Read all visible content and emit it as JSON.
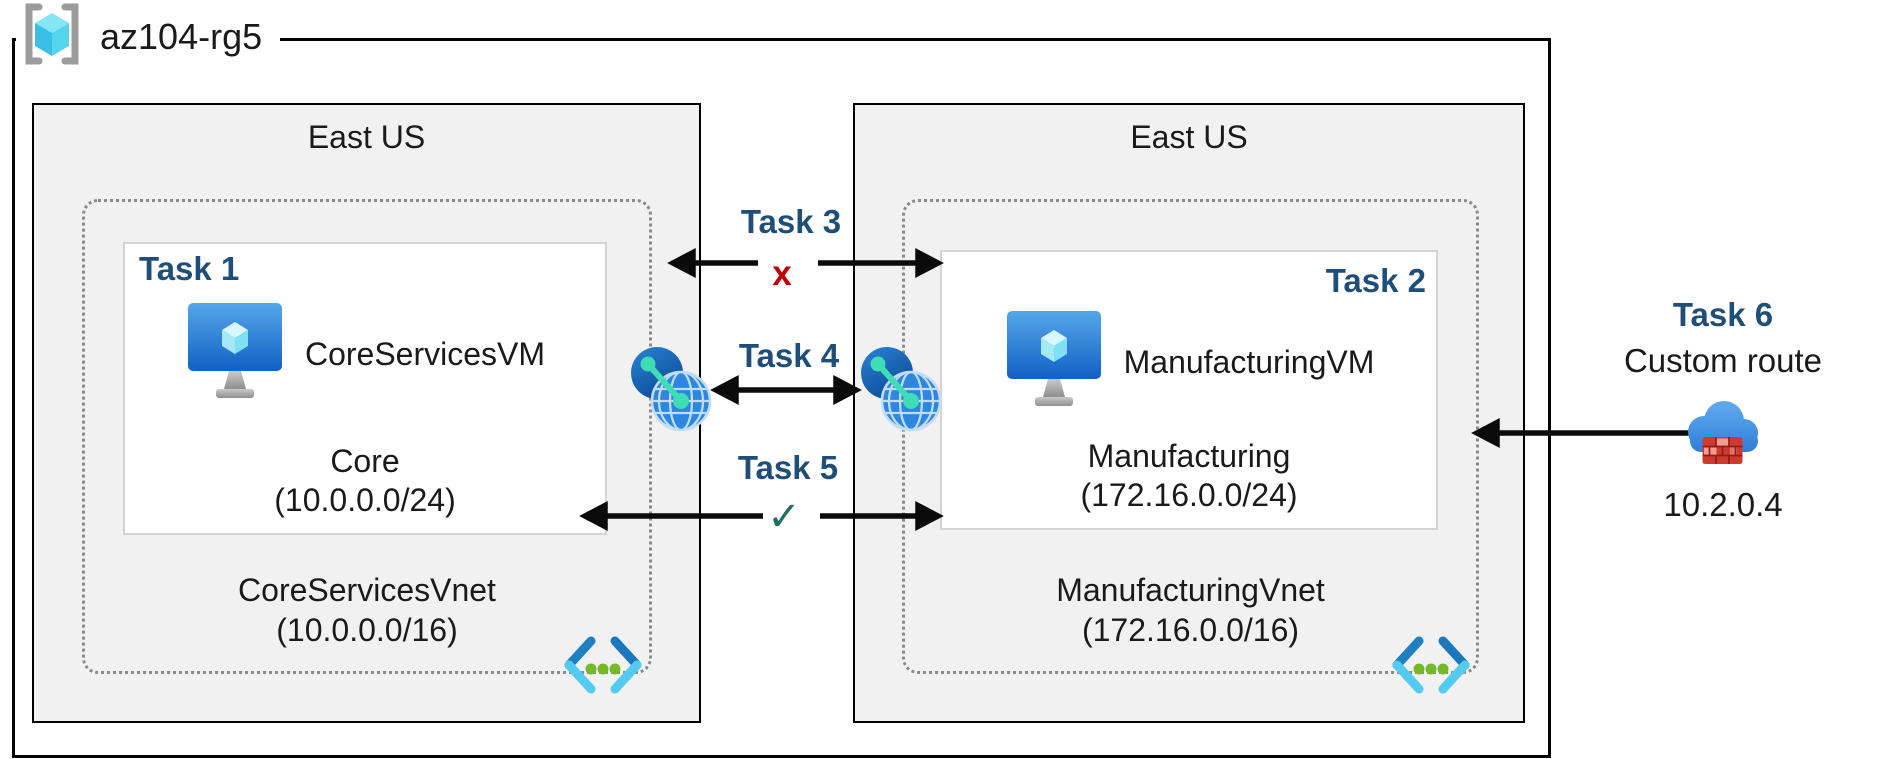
{
  "resource_group": {
    "label": "az104-rg5"
  },
  "regions": [
    {
      "name": "East US",
      "vm_card": {
        "task_label": "Task 1",
        "vm_name": "CoreServicesVM",
        "subnet_name": "Core",
        "subnet_cidr": "(10.0.0.0/24)"
      },
      "vnet": {
        "name": "CoreServicesVnet",
        "cidr": "(10.0.0.0/16)"
      }
    },
    {
      "name": "East US",
      "vm_card": {
        "task_label": "Task 2",
        "vm_name": "ManufacturingVM",
        "subnet_name": "Manufacturing",
        "subnet_cidr": "(172.16.0.0/24)"
      },
      "vnet": {
        "name": "ManufacturingVnet",
        "cidr": "(172.16.0.0/16)"
      }
    }
  ],
  "connections": {
    "task3": {
      "label": "Task 3",
      "mark": "x"
    },
    "task4": {
      "label": "Task 4"
    },
    "task5": {
      "label": "Task 5",
      "mark": "✓"
    },
    "task6": {
      "label": "Task 6",
      "title": "Custom route",
      "ip": "10.2.0.4"
    }
  },
  "colors": {
    "task_label": "#1F4E79",
    "blocked_mark": "#C00000",
    "allowed_mark": "#1E6F5E",
    "region_fill": "#F1F1F1",
    "arrow": "#0B0B0B"
  }
}
